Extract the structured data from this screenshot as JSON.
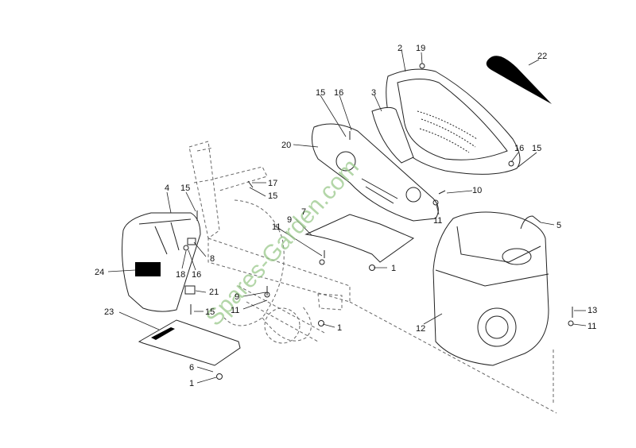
{
  "watermark": "Spares-Garden.com",
  "labels": {
    "l1a": "1",
    "l1b": "1",
    "l1c": "1",
    "l2": "2",
    "l3": "3",
    "l4": "4",
    "l5": "5",
    "l6": "6",
    "l7": "7",
    "l8": "8",
    "l9a": "9",
    "l9b": "9",
    "l10": "10",
    "l11a": "11",
    "l11b": "11",
    "l11c": "11",
    "l11d": "11",
    "l12": "12",
    "l13": "13",
    "l15a": "15",
    "l15b": "15",
    "l15c": "15",
    "l15d": "15",
    "l15e": "15",
    "l16a": "16",
    "l16b": "16",
    "l16c": "16",
    "l17": "17",
    "l18": "18",
    "l19": "19",
    "l20": "20",
    "l21": "21",
    "l22": "22",
    "l23": "23",
    "l24": "24"
  }
}
